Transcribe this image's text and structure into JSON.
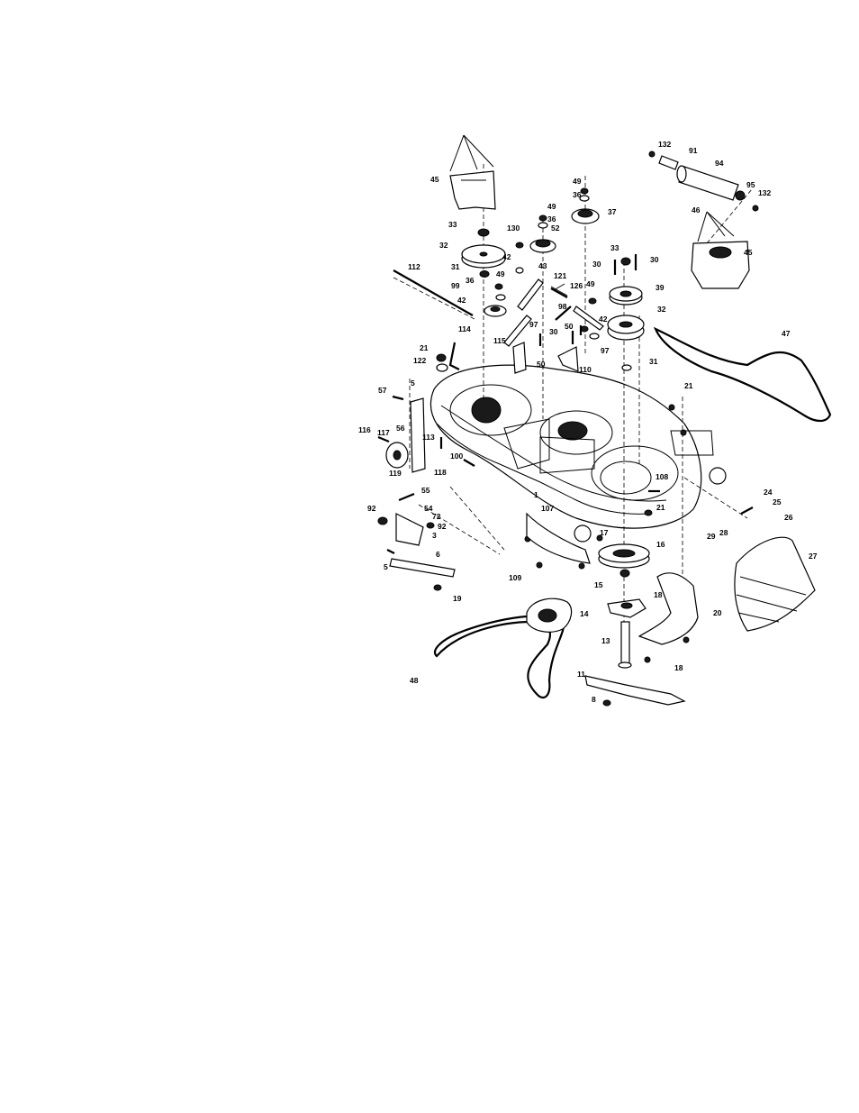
{
  "callouts": [
    {
      "id": "c132a",
      "text": "132"
    },
    {
      "id": "c91",
      "text": "91"
    },
    {
      "id": "c94",
      "text": "94"
    },
    {
      "id": "c95",
      "text": "95"
    },
    {
      "id": "c132b",
      "text": "132"
    },
    {
      "id": "c45a",
      "text": "45"
    },
    {
      "id": "c49a",
      "text": "49"
    },
    {
      "id": "c36a",
      "text": "36"
    },
    {
      "id": "c37",
      "text": "37"
    },
    {
      "id": "c49b",
      "text": "49"
    },
    {
      "id": "c36b",
      "text": "36"
    },
    {
      "id": "c52",
      "text": "52"
    },
    {
      "id": "c33a",
      "text": "33"
    },
    {
      "id": "c130",
      "text": "130"
    },
    {
      "id": "c46",
      "text": "46"
    },
    {
      "id": "c45b",
      "text": "45"
    },
    {
      "id": "c32a",
      "text": "32"
    },
    {
      "id": "c42a",
      "text": "42"
    },
    {
      "id": "c43",
      "text": "43"
    },
    {
      "id": "c33b",
      "text": "33"
    },
    {
      "id": "c30a",
      "text": "30"
    },
    {
      "id": "c30b",
      "text": "30"
    },
    {
      "id": "c112",
      "text": "112"
    },
    {
      "id": "c31a",
      "text": "31"
    },
    {
      "id": "c49c",
      "text": "49"
    },
    {
      "id": "c121",
      "text": "121"
    },
    {
      "id": "c39",
      "text": "39"
    },
    {
      "id": "c36c",
      "text": "36"
    },
    {
      "id": "c126",
      "text": "126"
    },
    {
      "id": "c49d",
      "text": "49"
    },
    {
      "id": "c99",
      "text": "99"
    },
    {
      "id": "c98",
      "text": "98"
    },
    {
      "id": "c42b",
      "text": "42"
    },
    {
      "id": "c32b",
      "text": "32"
    },
    {
      "id": "c42c",
      "text": "42"
    },
    {
      "id": "c97a",
      "text": "97"
    },
    {
      "id": "c50a",
      "text": "50"
    },
    {
      "id": "c30c",
      "text": "30"
    },
    {
      "id": "c115",
      "text": "115"
    },
    {
      "id": "c97b",
      "text": "97"
    },
    {
      "id": "c47",
      "text": "47"
    },
    {
      "id": "c114",
      "text": "114"
    },
    {
      "id": "c21a",
      "text": "21"
    },
    {
      "id": "c50b",
      "text": "50"
    },
    {
      "id": "c110",
      "text": "110"
    },
    {
      "id": "c31b",
      "text": "31"
    },
    {
      "id": "c122",
      "text": "122"
    },
    {
      "id": "c57",
      "text": "57"
    },
    {
      "id": "c5a",
      "text": "5"
    },
    {
      "id": "c21b",
      "text": "21"
    },
    {
      "id": "c56",
      "text": "56"
    },
    {
      "id": "c116",
      "text": "116"
    },
    {
      "id": "c117",
      "text": "117"
    },
    {
      "id": "c113",
      "text": "113"
    },
    {
      "id": "c119",
      "text": "119"
    },
    {
      "id": "c118",
      "text": "118"
    },
    {
      "id": "c100",
      "text": "100"
    },
    {
      "id": "c108",
      "text": "108"
    },
    {
      "id": "c55",
      "text": "55"
    },
    {
      "id": "c24",
      "text": "24"
    },
    {
      "id": "c25",
      "text": "25"
    },
    {
      "id": "c54",
      "text": "54"
    },
    {
      "id": "c107",
      "text": "107"
    },
    {
      "id": "c21c",
      "text": "21"
    },
    {
      "id": "c1",
      "text": "1"
    },
    {
      "id": "c92a",
      "text": "92"
    },
    {
      "id": "c72",
      "text": "72"
    },
    {
      "id": "c92b",
      "text": "92"
    },
    {
      "id": "c26",
      "text": "26"
    },
    {
      "id": "c3",
      "text": "3"
    },
    {
      "id": "c28",
      "text": "28"
    },
    {
      "id": "c29",
      "text": "29"
    },
    {
      "id": "c27",
      "text": "27"
    },
    {
      "id": "c17",
      "text": "17"
    },
    {
      "id": "c16",
      "text": "16"
    },
    {
      "id": "c6",
      "text": "6"
    },
    {
      "id": "c5b",
      "text": "5"
    },
    {
      "id": "c109",
      "text": "109"
    },
    {
      "id": "c15",
      "text": "15"
    },
    {
      "id": "c19",
      "text": "19"
    },
    {
      "id": "c18a",
      "text": "18"
    },
    {
      "id": "c20",
      "text": "20"
    },
    {
      "id": "c14",
      "text": "14"
    },
    {
      "id": "c13",
      "text": "13"
    },
    {
      "id": "c18b",
      "text": "18"
    },
    {
      "id": "c48",
      "text": "48"
    },
    {
      "id": "c11",
      "text": "11"
    },
    {
      "id": "c8",
      "text": "8"
    }
  ]
}
